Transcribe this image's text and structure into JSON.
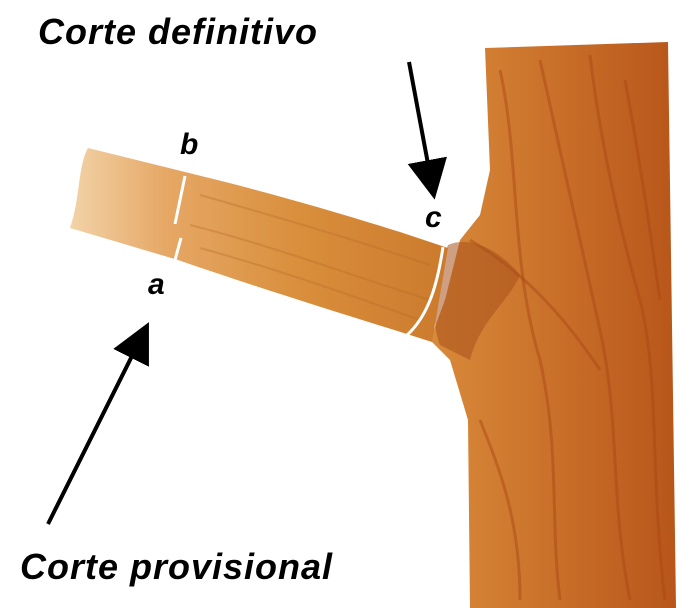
{
  "labels": {
    "top": "Corte definitivo",
    "bottom": "Corte provisional",
    "b": "b",
    "a": "a",
    "c": "c"
  },
  "colors": {
    "background": "#ffffff",
    "wood_light": "#efc99a",
    "wood_mid": "#d98f3c",
    "wood_dark": "#b8561a",
    "cut_line": "#ffffff",
    "arrow": "#000000"
  }
}
